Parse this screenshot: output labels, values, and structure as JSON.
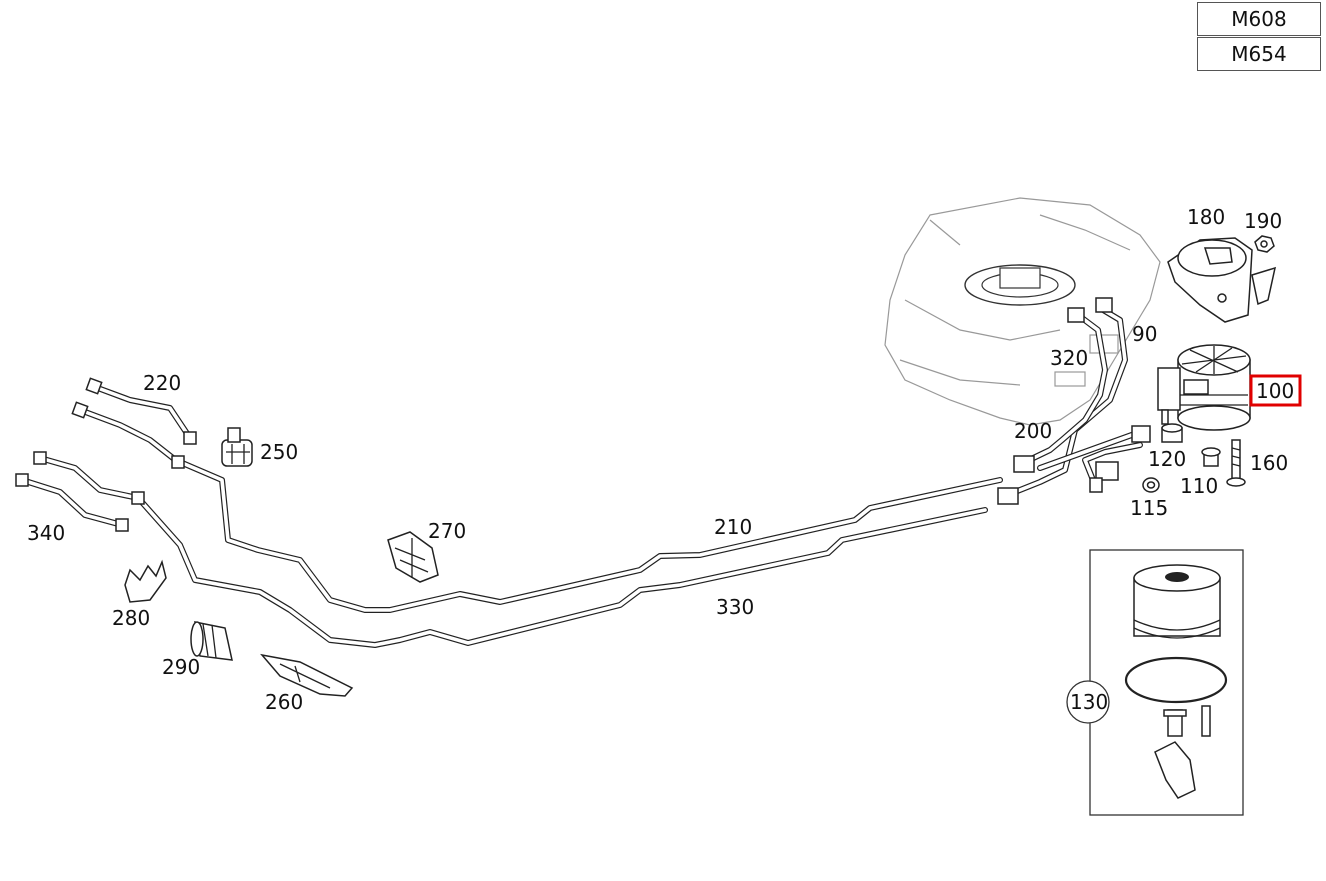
{
  "engine_codes": [
    "M608",
    "M654"
  ],
  "highlighted_part": "100",
  "highlight_color": "#e00000",
  "labels": {
    "p90": "90",
    "p100": "100",
    "p110": "110",
    "p115": "115",
    "p120": "120",
    "p130": "130",
    "p160": "160",
    "p180": "180",
    "p190": "190",
    "p200": "200",
    "p210": "210",
    "p220": "220",
    "p250": "250",
    "p260": "260",
    "p270": "270",
    "p280": "280",
    "p290": "290",
    "p320": "320",
    "p330": "330",
    "p340": "340"
  }
}
